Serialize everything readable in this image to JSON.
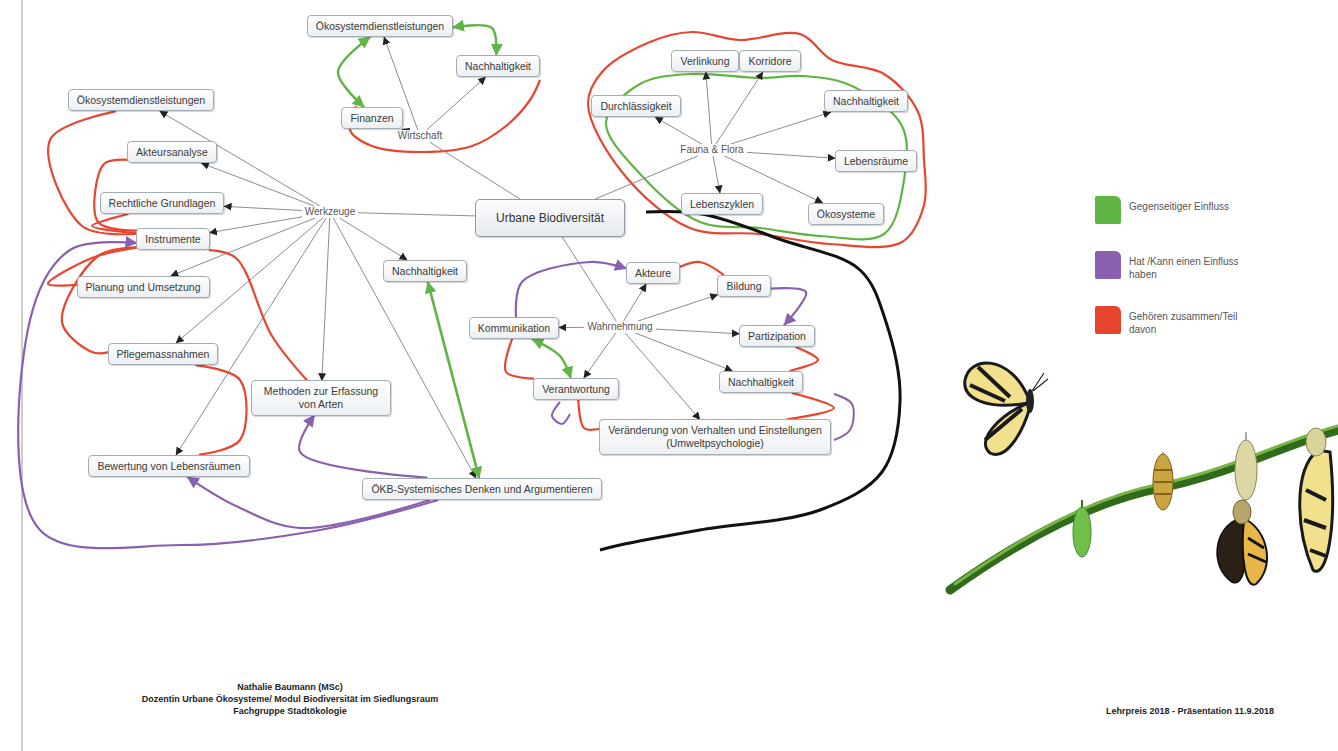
{
  "diagram": {
    "nodes": [
      {
        "text": [
          "Urbane Biodiversität"
        ]
      },
      {
        "text": [
          "Wirtschaft"
        ]
      },
      {
        "text": [
          "Ökosystemdienstleistungen"
        ]
      },
      {
        "text": [
          "Nachhaltigkeit"
        ]
      },
      {
        "text": [
          "Finanzen"
        ]
      },
      {
        "text": [
          "Fauna & Flora"
        ]
      },
      {
        "text": [
          "Verlinkung"
        ]
      },
      {
        "text": [
          "Korridore"
        ]
      },
      {
        "text": [
          "Durchlässigkeit"
        ]
      },
      {
        "text": [
          "Nachhaltigkeit"
        ]
      },
      {
        "text": [
          "Lebensräume"
        ]
      },
      {
        "text": [
          "Lebenszyklen"
        ]
      },
      {
        "text": [
          "Ökosysteme"
        ]
      },
      {
        "text": [
          "Werkzeuge"
        ]
      },
      {
        "text": [
          "Ökosystemdienstleistungen"
        ]
      },
      {
        "text": [
          "Akteursanalyse"
        ]
      },
      {
        "text": [
          "Rechtliche Grundlagen"
        ]
      },
      {
        "text": [
          "Instrumente"
        ]
      },
      {
        "text": [
          "Planung und Umsetzung"
        ]
      },
      {
        "text": [
          "Pflegemassnahmen"
        ]
      },
      {
        "text": [
          "Nachhaltigkeit"
        ]
      },
      {
        "text": [
          "Methoden zur Erfassung von Arten"
        ]
      },
      {
        "text": [
          "Bewertung von Lebensräumen"
        ]
      },
      {
        "text": [
          "ÖKB-Systemisches Denken und Argumentieren"
        ]
      },
      {
        "text": [
          "Wahrnehmung"
        ]
      },
      {
        "text": [
          "Akteure"
        ]
      },
      {
        "text": [
          "Bildung"
        ]
      },
      {
        "text": [
          "Kommunikation"
        ]
      },
      {
        "text": [
          "Partizipation"
        ]
      },
      {
        "text": [
          "Verantwortung"
        ]
      },
      {
        "text": [
          "Nachhaltigkeit"
        ]
      },
      {
        "text": [
          "Veränderung von Verhalten und Einstellungen (Umweltpsychologie)"
        ]
      }
    ],
    "edges": [
      {
        "from": 0,
        "to": 13,
        "arrow": "none"
      },
      {
        "from": 0,
        "to": 1,
        "arrow": "none"
      },
      {
        "from": 0,
        "to": 5,
        "arrow": "none"
      },
      {
        "from": 0,
        "to": 24,
        "arrow": "none"
      },
      {
        "from": 1,
        "to": 4,
        "arrow": "to"
      },
      {
        "from": 1,
        "to": 2,
        "arrow": "to"
      },
      {
        "from": 1,
        "to": 3,
        "arrow": "to"
      },
      {
        "from": 5,
        "to": 6,
        "arrow": "to"
      },
      {
        "from": 5,
        "to": 7,
        "arrow": "to"
      },
      {
        "from": 5,
        "to": 8,
        "arrow": "to"
      },
      {
        "from": 5,
        "to": 9,
        "arrow": "to"
      },
      {
        "from": 5,
        "to": 10,
        "arrow": "to"
      },
      {
        "from": 5,
        "to": 11,
        "arrow": "to"
      },
      {
        "from": 5,
        "to": 12,
        "arrow": "to"
      },
      {
        "from": 13,
        "to": 14,
        "arrow": "to"
      },
      {
        "from": 13,
        "to": 15,
        "arrow": "to"
      },
      {
        "from": 13,
        "to": 16,
        "arrow": "to"
      },
      {
        "from": 13,
        "to": 17,
        "arrow": "to"
      },
      {
        "from": 13,
        "to": 18,
        "arrow": "to"
      },
      {
        "from": 13,
        "to": 19,
        "arrow": "to"
      },
      {
        "from": 13,
        "to": 20,
        "arrow": "to"
      },
      {
        "from": 13,
        "to": 21,
        "arrow": "to"
      },
      {
        "from": 13,
        "to": 22,
        "arrow": "to"
      },
      {
        "from": 13,
        "to": 23,
        "arrow": "to"
      },
      {
        "from": 24,
        "to": 25,
        "arrow": "to"
      },
      {
        "from": 24,
        "to": 26,
        "arrow": "to"
      },
      {
        "from": 24,
        "to": 27,
        "arrow": "to"
      },
      {
        "from": 24,
        "to": 28,
        "arrow": "to"
      },
      {
        "from": 24,
        "to": 29,
        "arrow": "to"
      },
      {
        "from": 24,
        "to": 30,
        "arrow": "to"
      },
      {
        "from": 24,
        "to": 31,
        "arrow": "to"
      },
      {
        "from": 2,
        "to": 4,
        "arrow": "both"
      },
      {
        "from": 2,
        "to": 3,
        "arrow": "both"
      },
      {
        "from": 20,
        "to": 23,
        "arrow": "both"
      },
      {
        "from": 27,
        "to": 29,
        "arrow": "both"
      },
      {
        "from": 17,
        "to": 14,
        "arrow": "none"
      },
      {
        "from": 17,
        "to": 15,
        "arrow": "none"
      },
      {
        "from": 17,
        "to": 16,
        "arrow": "none"
      },
      {
        "from": 17,
        "to": 18,
        "arrow": "none"
      },
      {
        "from": 17,
        "to": 19,
        "arrow": "none"
      },
      {
        "from": 17,
        "to": 21,
        "arrow": "none"
      },
      {
        "from": 19,
        "to": 22,
        "arrow": "none"
      },
      {
        "from": 27,
        "to": 29,
        "arrow": "none"
      },
      {
        "from": 25,
        "to": 26,
        "arrow": "none"
      },
      {
        "from": 28,
        "to": 30,
        "arrow": "none"
      },
      {
        "from": 29,
        "to": 31,
        "arrow": "none"
      },
      {
        "from": 30,
        "to": 31,
        "arrow": "none"
      },
      {
        "from": 23,
        "to": 17,
        "arrow": "to"
      },
      {
        "from": 23,
        "to": 22,
        "arrow": "to"
      },
      {
        "from": 23,
        "to": 21,
        "arrow": "to"
      },
      {
        "from": 27,
        "to": 25,
        "arrow": "to"
      },
      {
        "from": 26,
        "to": 28,
        "arrow": "to"
      }
    ],
    "labels": [
      "Nathalie Baumann (MSc)",
      "Dozentin Urbane Ökosysteme/ Modul Biodiversität  im Siedlungsraum",
      "Fachgruppe Stadtökologie",
      "Lehrpreis 2018 - Präsentation 11.9.2018"
    ],
    "legend": [
      {
        "text": "Gegenseitiger Einfluss",
        "color": "#5fb544"
      },
      {
        "text": "Hat /Kann einen Einfluss haben",
        "color": "#8a5fb0"
      },
      {
        "text": "Gehören zusammen/Teil davon",
        "color": "#e8452f"
      }
    ]
  }
}
